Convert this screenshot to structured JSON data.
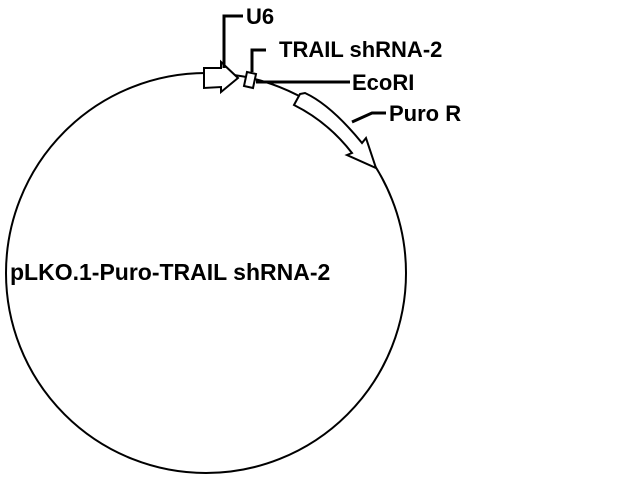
{
  "plasmid": {
    "name": "pLKO.1-Puro-TRAIL shRNA-2"
  },
  "features": {
    "u6": {
      "label": "U6"
    },
    "shrna": {
      "label": "TRAIL shRNA-2"
    },
    "ecori": {
      "label": "EcoRI"
    },
    "puro": {
      "label": "Puro R"
    }
  },
  "colors": {
    "stroke": "#000000",
    "fill": "#ffffff",
    "background": "#ffffff"
  }
}
